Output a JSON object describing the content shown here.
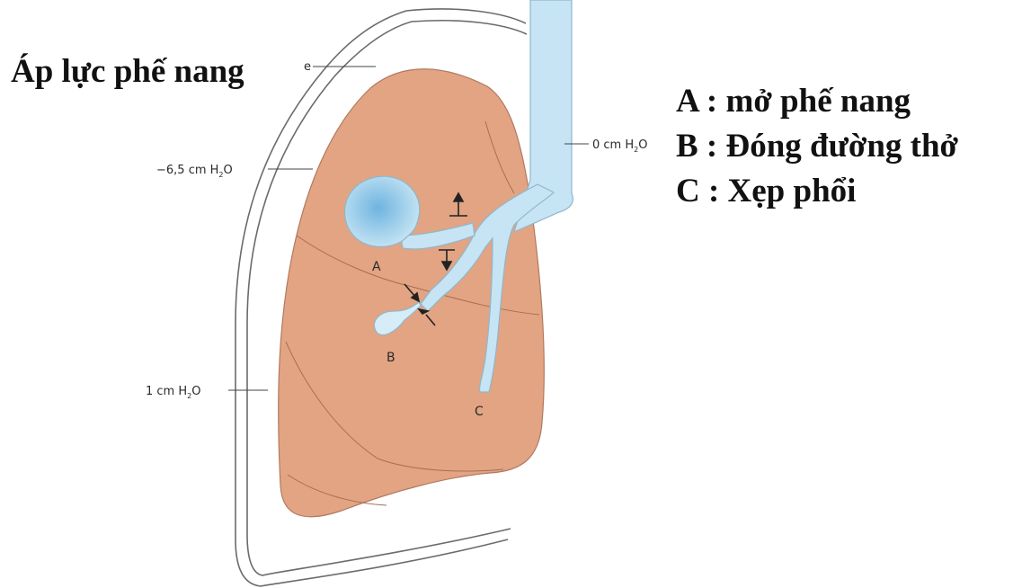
{
  "title": "Áp lực phế nang",
  "legend": {
    "a": "A : mở phế nang",
    "b": "B : Đóng đường thở",
    "c": "C : Xẹp phổi"
  },
  "pressures": {
    "top": {
      "prefix": "−6,5 cm H",
      "sub": "2",
      "suffix": "O"
    },
    "bottom": {
      "prefix": "1 cm H",
      "sub": "2",
      "suffix": "O"
    },
    "airway": {
      "prefix": "0 cm H",
      "sub": "2",
      "suffix": "O"
    }
  },
  "letters": {
    "a": "A",
    "b": "B",
    "c": "C"
  },
  "colors": {
    "lung_fill": "#e2a482",
    "lung_outline": "#b07a62",
    "airway_fill": "#c6e4f3",
    "alveolus_center": "#6fb4e0",
    "pleura_line": "#666666"
  }
}
